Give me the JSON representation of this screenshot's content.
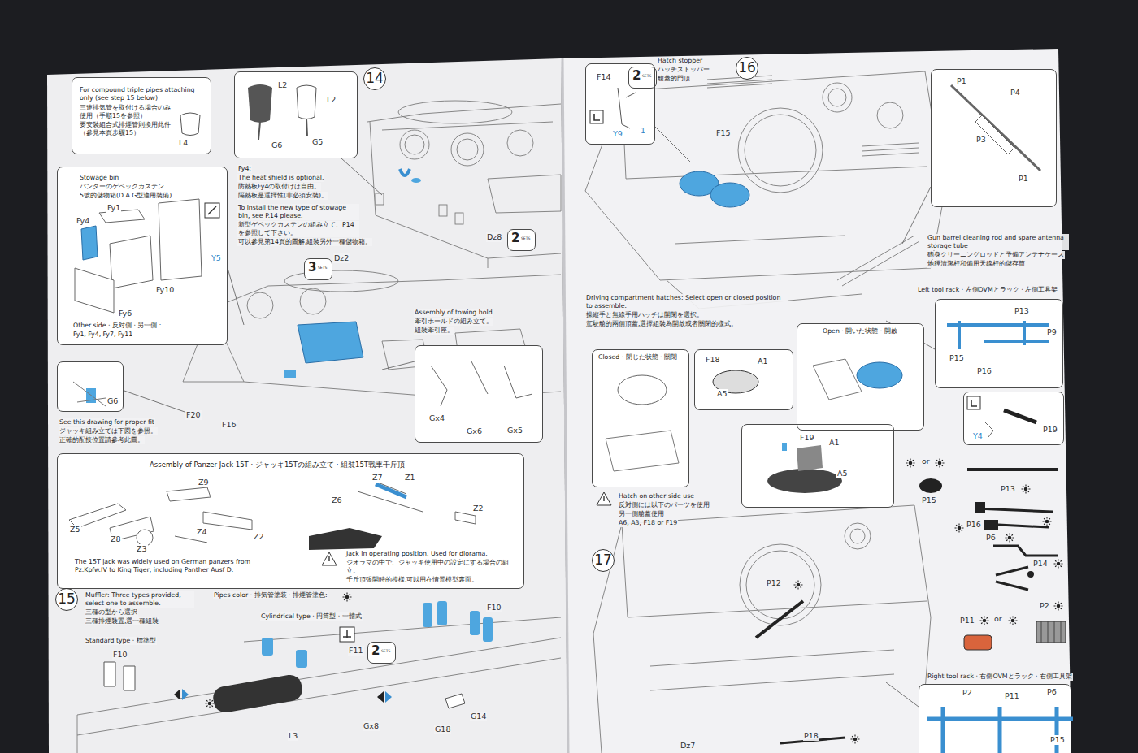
{
  "diagram": {
    "nodes": [
      {
        "text": [
          "For compound triple pipes attaching only (see step 15 below)",
          "三連排気管を取付ける場合のみ使用（手順15を参照）",
          "要安裝組合式排煙管則換用此件（參見本頁步驟15）",
          "L4"
        ]
      },
      {
        "text": [
          "L2",
          "L2",
          "G6",
          "G5"
        ]
      },
      {
        "text": [
          "14"
        ]
      },
      {
        "text": [
          "Stowage bin",
          "パンターのゲペックカステン",
          "5號的儲物箱(D.A.G型適用裝備)",
          "Fy1",
          "Fy4",
          "Y5",
          "Fy10",
          "Fy6",
          "Other side · 反対側 · 另一側：",
          "Fy1, Fy4, Fy7, Fy11"
        ]
      },
      {
        "text": [
          "2",
          "SETS"
        ]
      },
      {
        "text": [
          "3",
          "SETS"
        ]
      },
      {
        "text": [
          "G6"
        ]
      },
      {
        "text": [
          "Gx4",
          "Gx6",
          "Gx5"
        ]
      },
      {
        "text": [
          "Assembly of Panzer Jack 15T · ジャッキ15Tの組み立て · 組裝15T戰車千斤頂",
          "Z9",
          "Z5",
          "Z8",
          "Z3",
          "Z4",
          "Z2",
          "Z7",
          "Z1",
          "Z6",
          "Z2",
          "The 15T jack was widely used on German panzers from Pz.Kpfw.IV to King Tiger, including Panther Ausf D.",
          "Jack in operating position. Used for diorama.",
          "ジオラマの中で、ジャッキ使用中の設定にする場合の組立。",
          "千斤頂張開時的模樣,可以用在情景模型裏面。"
        ]
      },
      {
        "text": [
          "15"
        ]
      },
      {
        "text": [
          "2",
          "SETS"
        ]
      },
      {
        "text": [
          "F14",
          "Y9",
          "1"
        ]
      },
      {
        "text": [
          "2",
          "SETS"
        ],
        "in": 11
      },
      {
        "text": [
          "16"
        ]
      },
      {
        "text": [
          "P1",
          "P4",
          "P3",
          "P1"
        ]
      },
      {
        "text": [
          "P13",
          "P9",
          "P15",
          "P16"
        ]
      },
      {
        "text": [
          "Closed · 閉じた状態 · 關閉"
        ]
      },
      {
        "text": [
          "F18",
          "A1",
          "A5"
        ]
      },
      {
        "text": [
          "Open · 開いた状態 · 開啟"
        ]
      },
      {
        "text": [
          "F19",
          "A1",
          "A5"
        ]
      },
      {
        "text": [
          "Y4",
          "P19"
        ]
      },
      {
        "text": [
          "17"
        ]
      },
      {
        "text": [
          "P2",
          "P11",
          "P6",
          "P15"
        ]
      }
    ],
    "labels": [
      "Fy4:",
      "The heat shield is optional.",
      "防熱板Fy4の取付けは自由。",
      "隔熱板是選擇性(非必須安裝)。",
      "To install the new type of stowage bin, see P.14 please.",
      "新型ゲペックカステンの組み立て、P14を参照して下さい。",
      "可以參見第14頁的圖解,組裝另外一種儲物箱。",
      "Dz2",
      "Dz8",
      "Assembly of towing hold",
      "牽引ホールドの組み立て。",
      "組裝牽引座。",
      "See this drawing for proper fit",
      "ジャッキ組み立ては下図を参照。",
      "正確的配接位置請參考此圖。",
      "F20",
      "F16",
      "Muffler: Three types provided, select one to assemble.",
      "三種の型から選択",
      "三種排煙裝置,選一種組裝",
      "Standard type · 標準型",
      "F10",
      "Pipes color · 排気管塗装 · 排煙管塗色:",
      "Cylindrical type · 円筒型 · 一體式",
      "F11",
      "F10",
      "G14",
      "G18",
      "L3",
      "Gx8",
      "Hatch stopper",
      "ハッチストッパー",
      "艙蓋的門頂",
      "F15",
      "Gun barrel cleaning rod and spare antenna storage tube",
      "砲身クリーニングロッドと予備アンテナケース",
      "炮膛清潔杆和備用天線杆的儲存筒",
      "Left tool rack · 左側OVMとラック · 左側工具架",
      "Driving compartment hatches: Select open or closed position to assemble.",
      "操縦手と無線手用ハッチは開閉を選択。",
      "駕駛艙的兩個頂蓋,選擇組裝為開啟或者關閉的樣式。",
      "Hatch on other side use",
      "反対側には以下のパーツを使用",
      "另一側艙蓋使用",
      "A6, A3, F18 or F19",
      "or",
      "P15",
      "P13",
      "P16",
      "P6",
      "P14",
      "P2",
      "P11",
      "or",
      "P12",
      "P18",
      "Dz7",
      "Right tool rack · 右側OVMとラック · 右側工具架"
    ]
  }
}
